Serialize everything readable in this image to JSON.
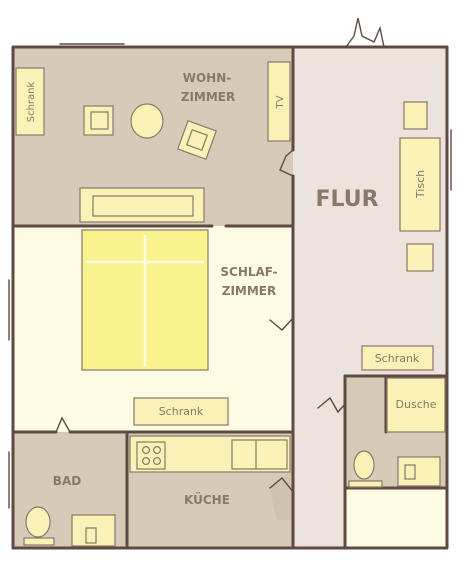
{
  "rooms": {
    "wohnzimmer_line1": "WOHN-",
    "wohnzimmer_line2": "ZIMMER",
    "flur": "FLUR",
    "schlafzimmer_line1": "SCHLAF-",
    "schlafzimmer_line2": "ZIMMER",
    "bad": "BAD",
    "kueche": "KÜCHE"
  },
  "furniture": {
    "schrank_wohn": "Schrank",
    "tv": "TV",
    "tisch": "Tisch",
    "schrank_schlaf": "Schrank",
    "schrank_flur": "Schrank",
    "dusche": "Dusche"
  },
  "colors": {
    "wall": "#5e4a42",
    "living_floor": "#d6cbb9",
    "hall_floor": "#ede3dd",
    "bedroom_floor": "#fdfbe4",
    "furniture": "#faf1b6",
    "bed": "#faf28c",
    "text": "#8a7868"
  }
}
